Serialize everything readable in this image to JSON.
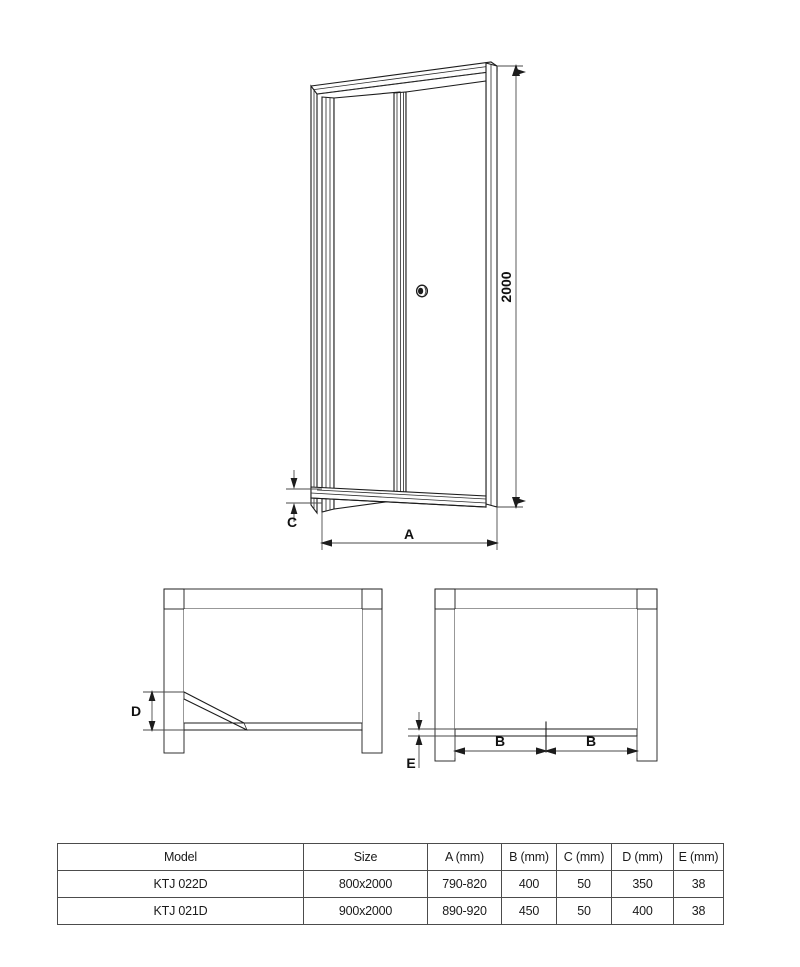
{
  "document": {
    "title": "KTJ shower door technical drawing",
    "product_family": "KTJ"
  },
  "front_view": {
    "name": "front-perspective-view",
    "height_dimension_label": "2000",
    "width_dimension_label": "A",
    "base_gap_dimension_label": "C",
    "handle_name": "door-knob"
  },
  "plan_view_left": {
    "name": "plan-view-open",
    "dimension_label": "D",
    "description": "folded door leaf swing"
  },
  "plan_view_right": {
    "name": "plan-view-closed",
    "dimension_label_1": "B",
    "dimension_label_2": "B",
    "thickness_dimension_label": "E"
  },
  "table": {
    "headers": [
      "Model",
      "Size",
      "A (mm)",
      "B (mm)",
      "C (mm)",
      "D (mm)",
      "E (mm)"
    ],
    "rows": [
      {
        "model": "KTJ 022D",
        "size": "800x2000",
        "a": "790-820",
        "b": "400",
        "c": "50",
        "d": "350",
        "e": "38"
      },
      {
        "model": "KTJ 021D",
        "size": "900x2000",
        "a": "890-920",
        "b": "450",
        "c": "50",
        "d": "400",
        "e": "38"
      }
    ]
  },
  "colors": {
    "line": "#1c1c1c",
    "dimension_line": "#4a4a4a",
    "table_border": "#4c4c4c",
    "background": "#ffffff"
  }
}
